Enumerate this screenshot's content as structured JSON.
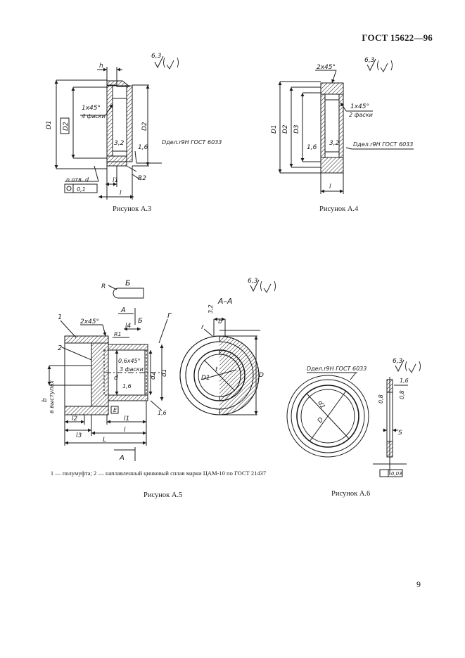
{
  "header": {
    "standard": "ГОСТ 15622—96"
  },
  "figures": [
    {
      "caption": "Рисунок А.3",
      "roughness": "6,3",
      "labels": [
        "h",
        "D1",
        "D2",
        "D2",
        "1x45°",
        "4 фаски",
        "3,2",
        "1,6",
        "Dдел.r9H ГОСТ 6033",
        "R2",
        "n отв. d",
        "0,1",
        "l1",
        "l"
      ]
    },
    {
      "caption": "Рисунок А.4",
      "roughness": "6,3",
      "labels": [
        "2x45°",
        "D1",
        "D2",
        "D3",
        "1x45°",
        "2 фаски",
        "1,6",
        "3,2",
        "Dдел.r9H ГОСТ 6033",
        "l"
      ]
    },
    {
      "caption": "Рисунок А.5",
      "roughness": "6,3",
      "labels": [
        "Б",
        "R",
        "A",
        "Б",
        "Г",
        "1",
        "2",
        "2x45°",
        "l4",
        "R1",
        "0,6x45°",
        "3 фаски",
        "d",
        "d2",
        "d1",
        "1,6",
        "1,6",
        "b",
        "в выступах",
        "l2",
        "l3",
        "l1",
        "l",
        "L",
        "A",
        "E",
        "A–A",
        "3,2",
        "b",
        "r",
        "D1",
        "D",
        "t"
      ]
    },
    {
      "caption": "Рисунок А.6",
      "roughness": "6,3",
      "labels": [
        "Dдел.r9H ГОСТ 6033",
        "D",
        "d1",
        "1,6",
        "0,8",
        "0,8",
        "S",
        "0,03"
      ]
    }
  ],
  "note": "1 — полумуфта; 2 — наплавленный цинковый сплав марки ЦАМ-10 по ГОСТ 21437",
  "page_number": "9"
}
